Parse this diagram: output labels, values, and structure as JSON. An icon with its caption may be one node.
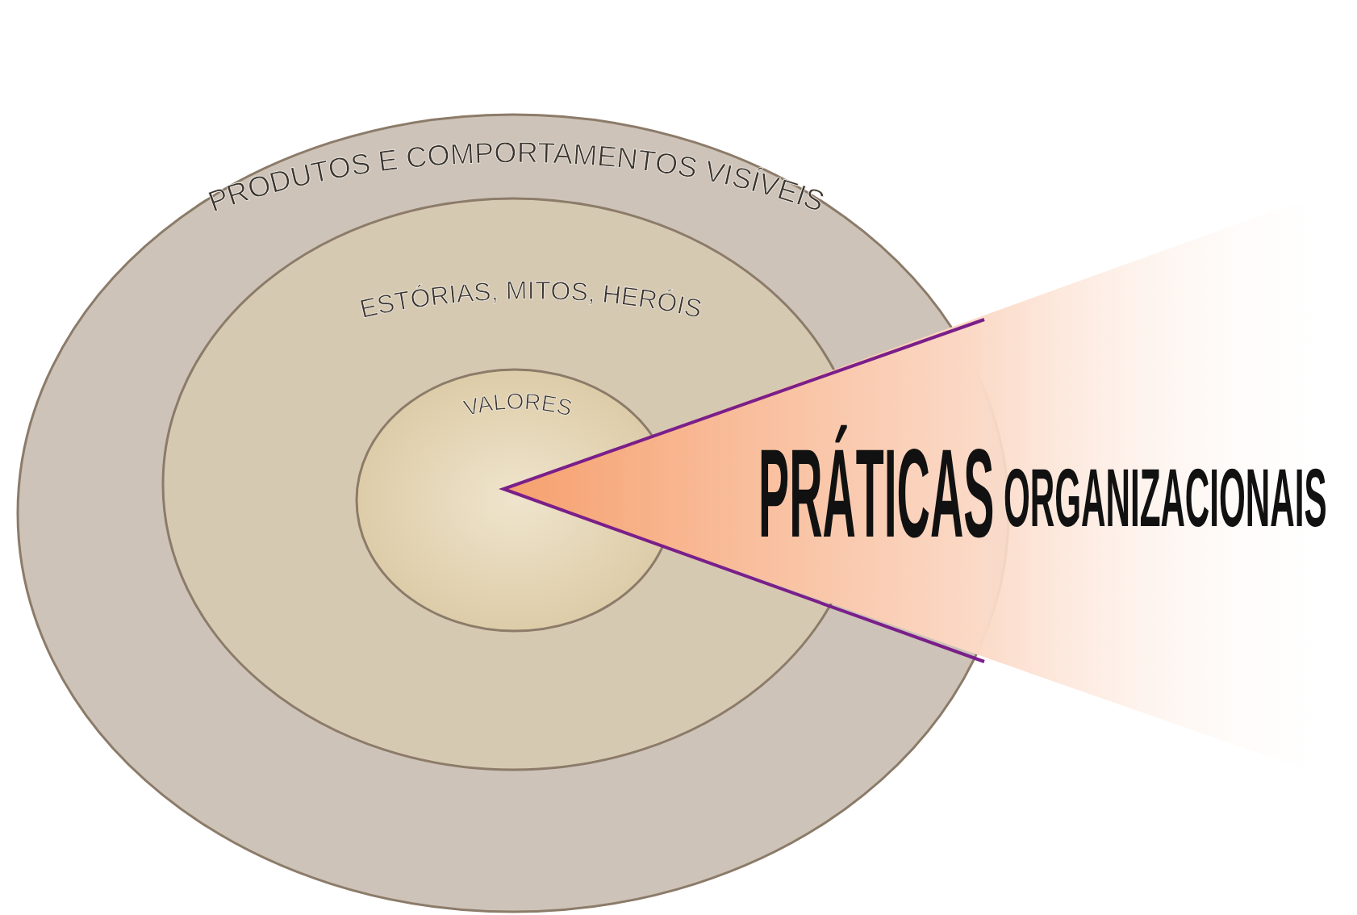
{
  "diagram": {
    "nodes": [
      {
        "text": [
          "PRODUTOS E COMPORTAMENTOS VISÍVEIS"
        ]
      },
      {
        "text": [
          "ESTÓRIAS, MITOS, HERÓIS"
        ],
        "in": 0
      },
      {
        "text": [
          "VALORES"
        ],
        "in": 1
      },
      {
        "text": [
          "PRÁTICAS",
          "ORGANIZACIONAIS"
        ]
      }
    ]
  }
}
